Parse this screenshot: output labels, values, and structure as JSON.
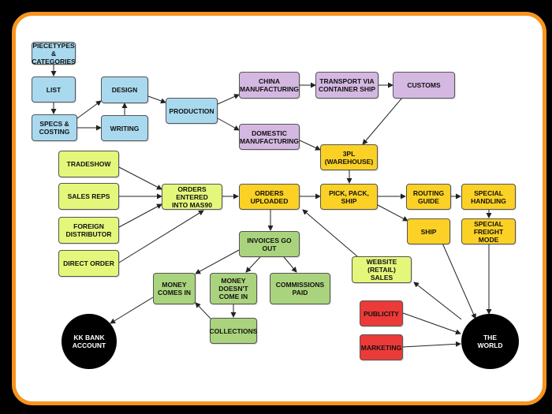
{
  "colors": {
    "frame_border": "#f7941d",
    "design": "#a9d9ef",
    "manufacturing": "#d4b8e2",
    "fulfillment": "#fbd125",
    "order_sources": "#e5f77b",
    "invoicing": "#aad37d",
    "marketing": "#ec3a39",
    "endpoints": "#000000"
  },
  "nodes": {
    "piecetypes": "PIECETYPES\n& CATEGORIES",
    "list": "LIST",
    "specs": "SPECS &\nCOSTING",
    "design": "DESIGN",
    "writing": "WRITING",
    "production": "PRODUCTION",
    "china": "CHINA\nMANUFACTURING",
    "transport": "TRANSPORT VIA\nCONTAINER SHIP",
    "customs": "CUSTOMS",
    "domestic": "DOMESTIC\nMANUFACTURING",
    "warehouse": "3PL\n(WAREHOUSE)",
    "tradeshow": "TRADESHOW",
    "salesreps": "SALES REPS",
    "foreign": "FOREIGN\nDISTRIBUTOR",
    "direct": "DIRECT ORDER",
    "orders_entered": "ORDERS ENTERED\nINTO MAS90",
    "orders_uploaded": "ORDERS\nUPLOADED",
    "pick": "PICK, PACK,\nSHIP",
    "routing": "ROUTING\nGUIDE",
    "special_handling": "SPECIAL\nHANDLING",
    "ship": "SHIP",
    "special_freight": "SPECIAL\nFREIGHT MODE",
    "invoices": "INVOICES GO OUT",
    "money_in": "MONEY\nCOMES IN",
    "money_not": "MONEY\nDOESN'T\nCOME IN",
    "commissions": "COMMISSIONS\nPAID",
    "collections": "COLLECTIONS",
    "website": "WEBSITE (RETAIL)\nSALES",
    "publicity": "PUBLICITY",
    "marketing": "MARKETING",
    "bank": "KK BANK\nACCOUNT",
    "world": "THE\nWORLD"
  }
}
